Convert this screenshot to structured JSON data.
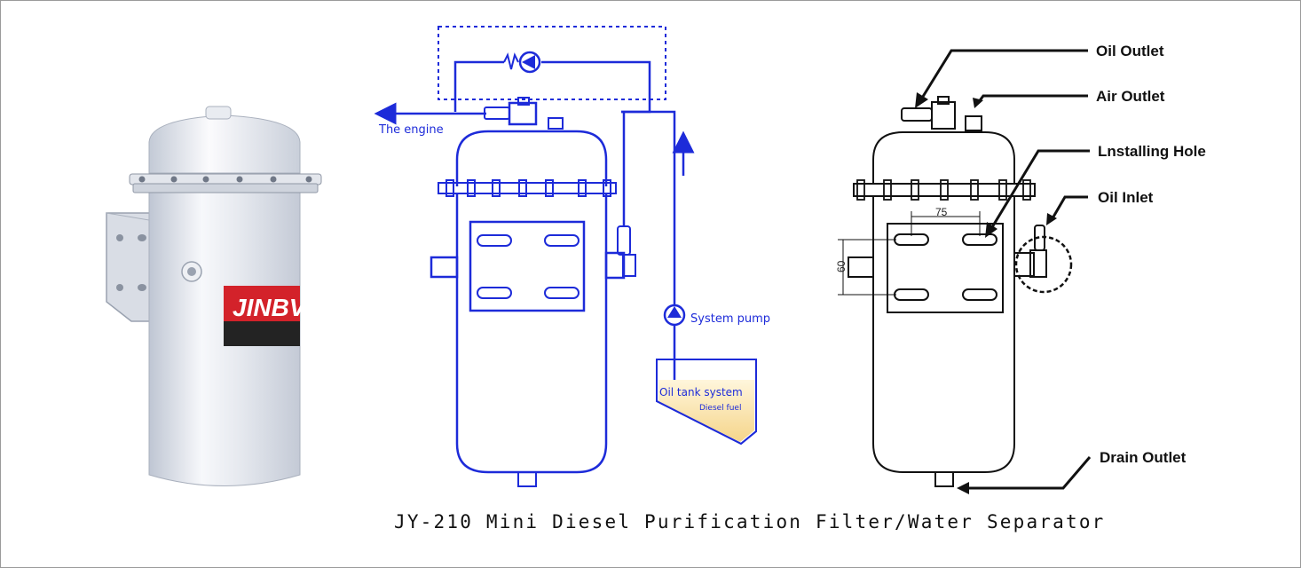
{
  "title": "JY-210 Mini Diesel Purification Filter/Water Separator",
  "flow_diagram": {
    "engine_label": "The engine",
    "pump_label": "System pump",
    "tank_label": "Oil tank system",
    "fuel_label": "Diesel fuel",
    "line_color": "#1d2bd9",
    "fuel_color": "#f7dc96"
  },
  "dimension_diagram": {
    "labels": {
      "oil_outlet": "Oil Outlet",
      "air_outlet": "Air Outlet",
      "installing_hole": "Lnstalling Hole",
      "oil_inlet": "Oil Inlet",
      "drain_outlet": "Drain Outlet"
    },
    "dimensions": {
      "horizontal": "75",
      "vertical": "60"
    }
  },
  "product_photo": {
    "brand_text": "JINBV",
    "brand_color": "#d3222a"
  }
}
